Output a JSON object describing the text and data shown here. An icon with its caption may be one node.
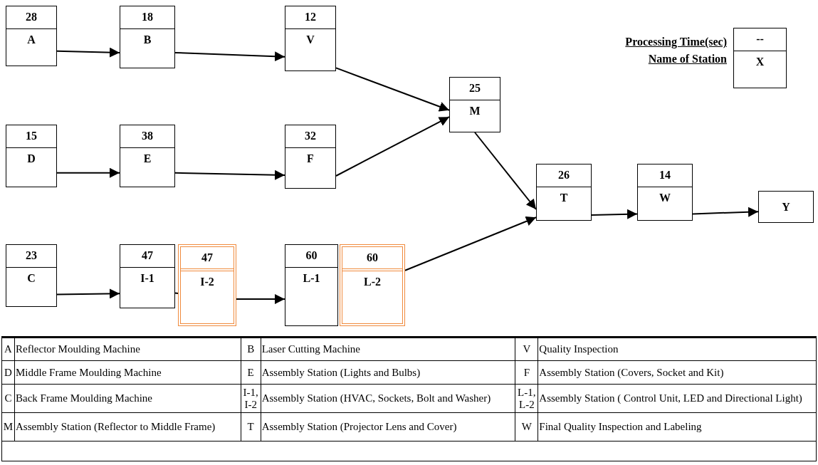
{
  "diagram": {
    "nodes": [
      {
        "text": [
          "28",
          "A"
        ]
      },
      {
        "text": [
          "18",
          "B"
        ]
      },
      {
        "text": [
          "12",
          "V"
        ]
      },
      {
        "text": [
          "--",
          "X"
        ],
        "beside": [
          "Processing Time(sec)",
          "Name of Station"
        ]
      },
      {
        "text": [
          "25",
          "M"
        ]
      },
      {
        "text": [
          "15",
          "D"
        ]
      },
      {
        "text": [
          "38",
          "E"
        ]
      },
      {
        "text": [
          "32",
          "F"
        ]
      },
      {
        "text": [
          "26",
          "T"
        ]
      },
      {
        "text": [
          "14",
          "W"
        ]
      },
      {
        "text": [
          "Y"
        ]
      },
      {
        "text": [
          "23",
          "C"
        ]
      },
      {
        "text": [
          "47",
          "I-1"
        ]
      },
      {
        "text": [
          "47",
          "I-2"
        ]
      },
      {
        "text": [
          "60",
          "L-1"
        ]
      },
      {
        "text": [
          "60",
          "L-2"
        ]
      }
    ],
    "edges": [
      {
        "from": 0,
        "to": 1,
        "arrow": "to"
      },
      {
        "from": 1,
        "to": 2,
        "arrow": "to"
      },
      {
        "from": 2,
        "to": 4,
        "arrow": "to"
      },
      {
        "from": 5,
        "to": 6,
        "arrow": "to"
      },
      {
        "from": 6,
        "to": 7,
        "arrow": "to"
      },
      {
        "from": 7,
        "to": 4,
        "arrow": "to"
      },
      {
        "from": 4,
        "to": 8,
        "arrow": "to"
      },
      {
        "from": 11,
        "to": 12,
        "arrow": "to"
      },
      {
        "from": 12,
        "to": 13,
        "arrow": "none"
      },
      {
        "from": 13,
        "to": 14,
        "arrow": "to"
      },
      {
        "from": 15,
        "to": 8,
        "arrow": "to"
      },
      {
        "from": 8,
        "to": 9,
        "arrow": "to"
      },
      {
        "from": 9,
        "to": 10,
        "arrow": "to"
      }
    ],
    "labels": [
      "A",
      "Reflector Moulding Machine",
      "B",
      "Laser Cutting Machine",
      "V",
      "Quality Inspection",
      "D",
      "Middle Frame Moulding Machine",
      "E",
      "Assembly Station (Lights and Bulbs)",
      "F",
      "Assembly Station (Covers, Socket and Kit)",
      "C",
      "Back Frame Moulding Machine",
      "I-1, I-2",
      "Assembly Station (HVAC, Sockets, Bolt and Washer)",
      "L-1, L-2",
      "Assembly Station ( Control Unit, LED and Directional Light)",
      "M",
      "Assembly Station (Reflector to Middle Frame)",
      "T",
      "Assembly Station (Projector Lens and Cover)",
      "W",
      "Final Quality Inspection and Labeling"
    ]
  }
}
